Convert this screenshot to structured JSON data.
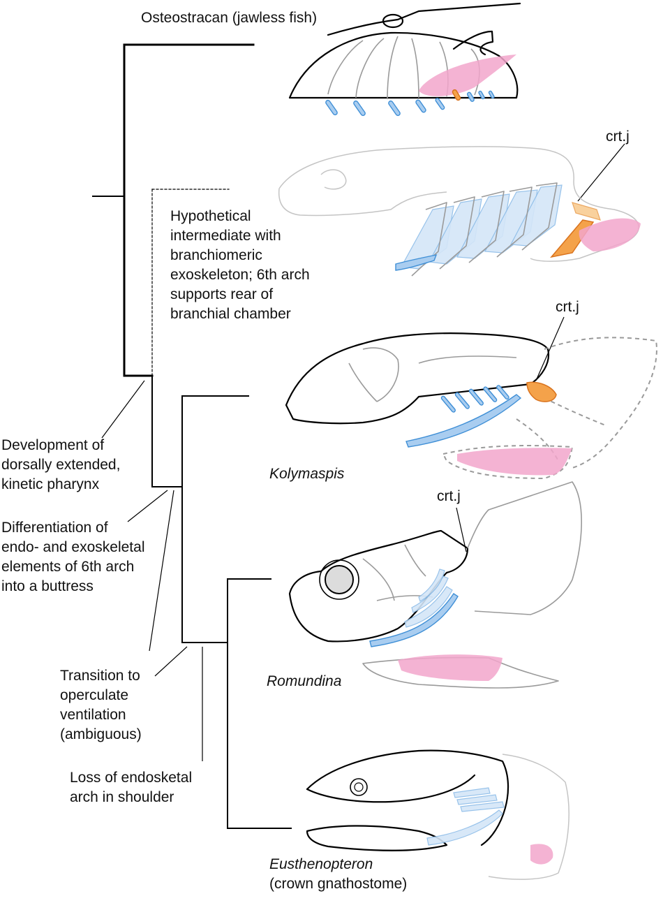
{
  "taxa": {
    "osteostracan": "Osteostracan (jawless fish)",
    "hypothetical": "Hypothetical\nintermediate with\nbranchiomeric\nexoskeleton; 6th arch\nsupports rear of\nbranchial chamber",
    "kolymaspis": "Kolymaspis",
    "romundina": "Romundina",
    "eusthenopteron": "Eusthenopteron",
    "eusthenopteron_note": "(crown gnathostome)"
  },
  "characters": {
    "c1": "Development of\ndorsally extended,\nkinetic pharynx",
    "c2": "Differentiation of\nendo- and exoskeletal\nelements of 6th arch\ninto a buttress",
    "c3": "Transition to\noperculate\nventilation\n(ambiguous)",
    "c4": "Loss of endosketal\narch in shoulder"
  },
  "joint_label": "crt.j",
  "colors": {
    "branchial_arches": "#3f8fd6",
    "buttress": "#f4a24a",
    "pectoral_fin_region": "#f2a6cb",
    "outline": "#000000",
    "reconstructed_outline": "#9a9a9a"
  }
}
